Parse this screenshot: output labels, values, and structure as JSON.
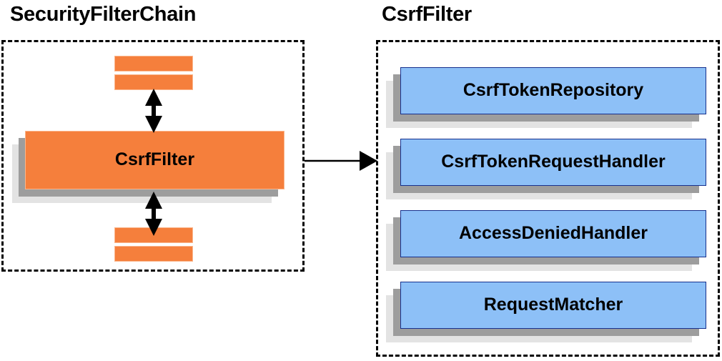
{
  "diagram": {
    "title_left": "SecurityFilterChain",
    "title_right": "CsrfFilter",
    "colors": {
      "node_blue_fill": "#8dc0f7",
      "node_blue_border": "#17308c",
      "node_orange_fill": "#f57f3c",
      "node_orange_border": "#fbb68c",
      "shadow_near": "#9d9d9d",
      "shadow_far": "#e3e3e3",
      "group_border": "#000000",
      "text": "#000000",
      "background": "#ffffff"
    }
  },
  "left_panel": {
    "title": "SecurityFilterChain",
    "filter_node": {
      "label": "CsrfFilter"
    },
    "filter_bars_top": [
      {
        "label": ""
      },
      {
        "label": ""
      }
    ],
    "filter_bars_bottom": [
      {
        "label": ""
      },
      {
        "label": ""
      }
    ],
    "arrows": [
      {
        "name": "arrow-top-double",
        "direction": "vertical-double"
      },
      {
        "name": "arrow-bottom-double",
        "direction": "vertical-double"
      }
    ]
  },
  "right_panel": {
    "title": "CsrfFilter",
    "components": [
      {
        "label": "CsrfTokenRepository"
      },
      {
        "label": "CsrfTokenRequestHandler"
      },
      {
        "label": "AccessDeniedHandler"
      },
      {
        "label": "RequestMatcher"
      }
    ]
  },
  "connector": {
    "name": "left-to-right-arrow",
    "direction": "right",
    "label": ""
  }
}
